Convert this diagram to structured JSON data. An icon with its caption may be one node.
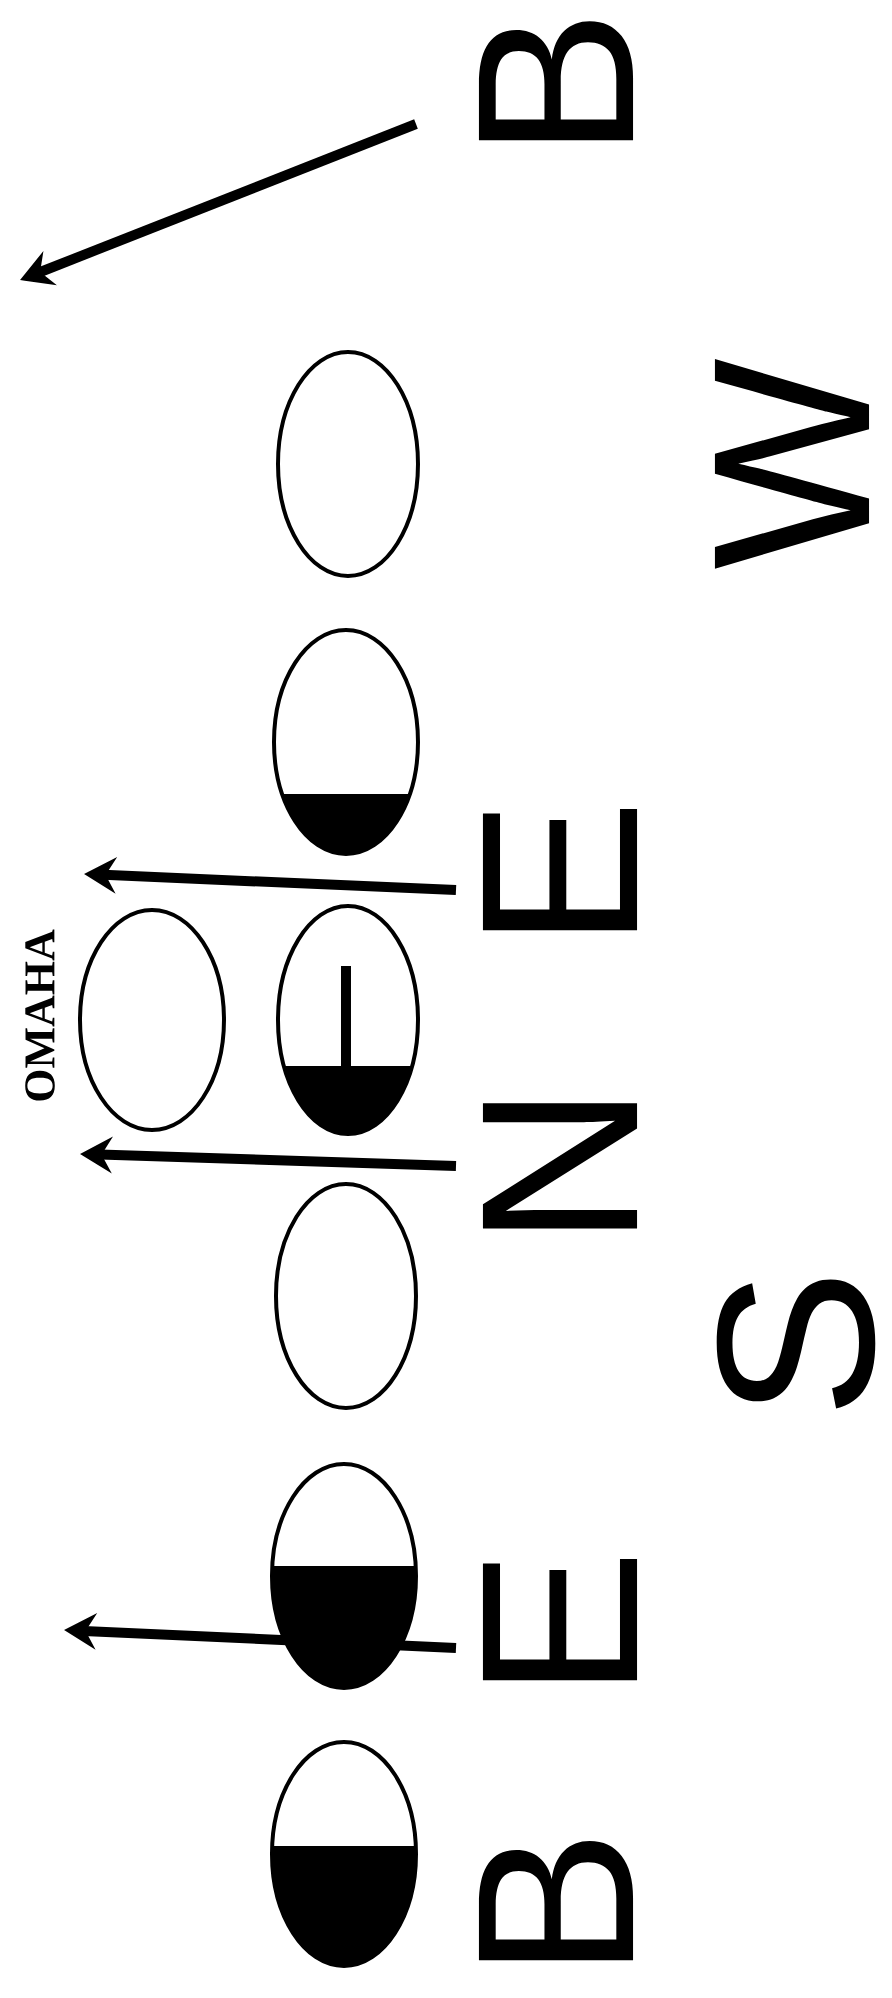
{
  "diagram": {
    "nodes": [
      {
        "text": [],
        "shape": "ellipse"
      },
      {
        "text": [],
        "shape": "ellipse"
      },
      {
        "text": [],
        "shape": "ellipse"
      },
      {
        "text": [],
        "shape": "ellipse"
      },
      {
        "text": [],
        "shape": "ellipse"
      },
      {
        "text": [],
        "shape": "ellipse"
      },
      {
        "text": [],
        "shape": "ellipse"
      }
    ],
    "labels": [
      "B",
      "E",
      "N",
      "E",
      "B",
      "S",
      "W",
      "OMAHA"
    ]
  }
}
